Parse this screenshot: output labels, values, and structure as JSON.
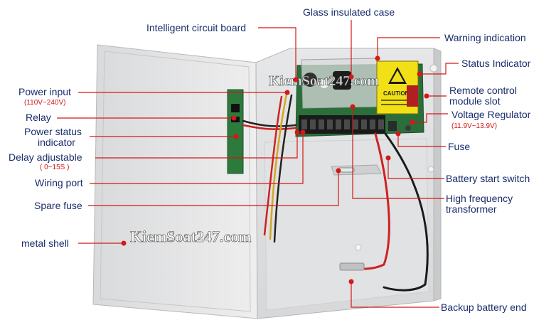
{
  "colors": {
    "leader": "#d41818",
    "label": "#1a2d6b",
    "sublabel": "#d41818"
  },
  "watermark": "KiemSoat247.com",
  "labels": {
    "glass_case": "Glass insulated case",
    "circuit_board": "Intelligent circuit board",
    "warning": "Warning indication",
    "status_indicator": "Status Indicator",
    "power_input": "Power input",
    "power_input_range": "(110V~240V)",
    "remote_control": "Remote control",
    "module_slot": "module slot",
    "relay": "Relay",
    "voltage_regulator": "Voltage Regulator",
    "voltage_range": "(11.9V~13.9V)",
    "power_status": "Power status",
    "indicator": "indicator",
    "fuse": "Fuse",
    "delay_adjustable": "Delay adjustable",
    "delay_range": "( 0~15S )",
    "wiring_port": "Wiring port",
    "battery_start": "Battery start switch",
    "high_frequency": "High frequency",
    "transformer": "transformer",
    "spare_fuse": "Spare fuse",
    "metal_shell": "metal shell",
    "backup_battery": "Backup battery end"
  },
  "board_text": {
    "caution": "CAUTION"
  }
}
